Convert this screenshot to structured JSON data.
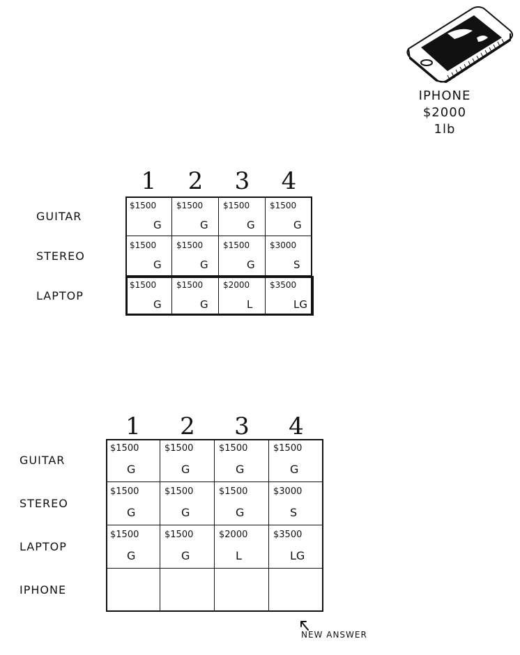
{
  "phone": {
    "name": "IPHONE",
    "price": "$2000",
    "weight": "1lb"
  },
  "table_top": {
    "columns": [
      "1",
      "2",
      "3",
      "4"
    ],
    "rows": [
      {
        "label": "GUITAR",
        "cells": [
          {
            "price": "$1500",
            "item": "G"
          },
          {
            "price": "$1500",
            "item": "G"
          },
          {
            "price": "$1500",
            "item": "G"
          },
          {
            "price": "$1500",
            "item": "G"
          }
        ]
      },
      {
        "label": "STEREO",
        "cells": [
          {
            "price": "$1500",
            "item": "G"
          },
          {
            "price": "$1500",
            "item": "G"
          },
          {
            "price": "$1500",
            "item": "G"
          },
          {
            "price": "$3000",
            "item": "S"
          }
        ]
      },
      {
        "label": "LAPTOP",
        "cells": [
          {
            "price": "$1500",
            "item": "G"
          },
          {
            "price": "$1500",
            "item": "G"
          },
          {
            "price": "$2000",
            "item": "L"
          },
          {
            "price": "$3500",
            "item": "LG"
          }
        ]
      }
    ]
  },
  "table_bottom": {
    "columns": [
      "1",
      "2",
      "3",
      "4"
    ],
    "rows": [
      {
        "label": "GUITAR",
        "cells": [
          {
            "price": "$1500",
            "item": "G"
          },
          {
            "price": "$1500",
            "item": "G"
          },
          {
            "price": "$1500",
            "item": "G"
          },
          {
            "price": "$1500",
            "item": "G"
          }
        ]
      },
      {
        "label": "STEREO",
        "cells": [
          {
            "price": "$1500",
            "item": "G"
          },
          {
            "price": "$1500",
            "item": "G"
          },
          {
            "price": "$1500",
            "item": "G"
          },
          {
            "price": "$3000",
            "item": "S"
          }
        ]
      },
      {
        "label": "LAPTOP",
        "cells": [
          {
            "price": "$1500",
            "item": "G"
          },
          {
            "price": "$1500",
            "item": "G"
          },
          {
            "price": "$2000",
            "item": "L"
          },
          {
            "price": "$3500",
            "item": "LG"
          }
        ]
      },
      {
        "label": "IPHONE",
        "cells": [
          {
            "price": "",
            "item": ""
          },
          {
            "price": "",
            "item": ""
          },
          {
            "price": "",
            "item": ""
          },
          {
            "price": "",
            "item": ""
          }
        ]
      }
    ]
  },
  "annotation": "NEW ANSWER"
}
